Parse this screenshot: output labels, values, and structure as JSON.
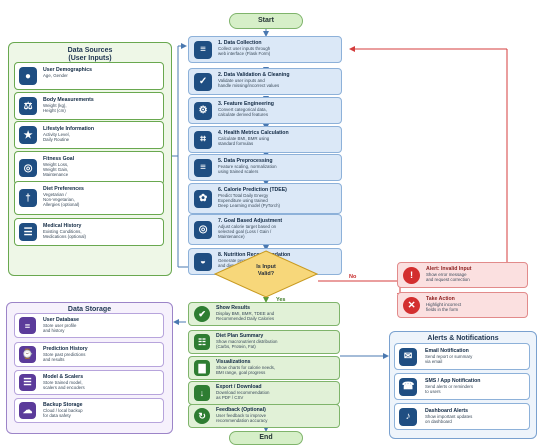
{
  "start": "Start",
  "end": "End",
  "data_sources": {
    "title": "Data Sources\n(User Inputs)",
    "items": [
      {
        "title": "User Demographics",
        "desc": "Age, Gender",
        "icon": "user-icon"
      },
      {
        "title": "Body Measurements",
        "desc": "Weight (kg),\nHeight (cm)",
        "icon": "scale-icon"
      },
      {
        "title": "Lifestyle Information",
        "desc": "Activity Level,\nDaily Routine",
        "icon": "running-person-icon"
      },
      {
        "title": "Fitness Goal",
        "desc": "Weight Loss,\nWeight Gain,\nMaintenance",
        "icon": "target-icon"
      },
      {
        "title": "Diet Preferences",
        "desc": "Vegetarian /\nNon-Vegetarian,\nAllergies (optional)",
        "icon": "utensils-icon"
      },
      {
        "title": "Medical History",
        "desc": "Existing Conditions,\nMedications (optional)",
        "icon": "clipboard-icon"
      }
    ]
  },
  "steps": [
    {
      "title": "1. Data Collection",
      "desc": "Collect user inputs through\nweb interface (Flask Form)",
      "icon": "database-icon"
    },
    {
      "title": "2. Data Validation & Cleaning",
      "desc": "Validate user inputs and\nhandle missing/incorrect values",
      "icon": "checklist-icon"
    },
    {
      "title": "3. Feature Engineering",
      "desc": "Convert categorical data,\ncalculate derived features",
      "icon": "gear-icon"
    },
    {
      "title": "4. Health Metrics Calculation",
      "desc": "Calculate BMI, BMR using\nstandard formulas",
      "icon": "calculator-icon"
    },
    {
      "title": "5. Data Preprocessing",
      "desc": "Feature scaling, normalization\nusing trained scalers",
      "icon": "sliders-icon"
    },
    {
      "title": "6. Calorie Prediction (TDEE)",
      "desc": "Predict Total Daily Energy\nExpenditure using trained\nDeep Learning model (PyTorch)",
      "icon": "brain-icon"
    },
    {
      "title": "7. Goal Based Adjustment",
      "desc": "Adjust calorie target based on\nselected goal (Loss / Gain /\nMaintenance)",
      "icon": "target-icon"
    },
    {
      "title": "8. Nutrition Recommendation",
      "desc": "Generate personalized calorie\nand diet recommendations",
      "icon": "food-bowl-icon"
    }
  ],
  "decision": {
    "label": "Is Input\nValid?",
    "yes": "Yes",
    "no": "No"
  },
  "alerts": [
    {
      "title": "Alert: Invalid Input",
      "desc": "Show error message\nand request correction",
      "icon": "warning-icon"
    },
    {
      "title": "Take Action",
      "desc": "Highlight incorrect\nfields in the form",
      "icon": "close-icon"
    }
  ],
  "outputs": [
    {
      "title": "Show Results",
      "desc": "Display BMI, BMR, TDEE and\nRecommended Daily Calories",
      "icon": "check-icon"
    },
    {
      "title": "Diet Plan Summary",
      "desc": "Show macronutrient distribution\n(Carbs, Protein, Fat)",
      "icon": "document-icon"
    },
    {
      "title": "Visualizations",
      "desc": "Show charts for calorie needs,\nBMI range, goal progress",
      "icon": "bar-chart-icon"
    },
    {
      "title": "Export / Download",
      "desc": "Download recommendation\nas PDF / CSV",
      "icon": "download-icon"
    },
    {
      "title": "Feedback (Optional)",
      "desc": "User feedback to improve\nrecommendation accuracy",
      "icon": "refresh-icon"
    }
  ],
  "data_storage": {
    "title": "Data Storage",
    "items": [
      {
        "title": "User Database",
        "desc": "Store user profile\nand history",
        "icon": "database-icon"
      },
      {
        "title": "Prediction History",
        "desc": "Store past predictions\nand results",
        "icon": "history-icon"
      },
      {
        "title": "Model & Scalers",
        "desc": "Store trained model,\nscalers and encoders",
        "icon": "stack-icon"
      },
      {
        "title": "Backup Storage",
        "desc": "Cloud / local backup\nfor data safety",
        "icon": "backup-icon"
      }
    ]
  },
  "alerts_notifications": {
    "title": "Alerts & Notifications",
    "items": [
      {
        "title": "Email Notification",
        "desc": "Send report or summary\nvia email",
        "icon": "envelope-icon"
      },
      {
        "title": "SMS / App Notification",
        "desc": "Send alerts or reminders\nto users",
        "icon": "phone-icon"
      },
      {
        "title": "Dashboard Alerts",
        "desc": "Show important updates\non dashboard",
        "icon": "bell-icon"
      }
    ]
  },
  "colors": {
    "step_bg": "#dbe8f7",
    "step_icon": "#1f4e82",
    "source_bg": "#e1f1d7",
    "source_border": "#69a84f",
    "output_bg": "#e1f1d7",
    "output_icon": "#2e7d32",
    "storage_bg": "#ece5f7",
    "storage_icon": "#5b3b9a",
    "alert_bg": "#fbe0e0",
    "alert_icon": "#d32f2f",
    "notif_bg": "#dce9f8",
    "notif_icon": "#1f4e82"
  }
}
